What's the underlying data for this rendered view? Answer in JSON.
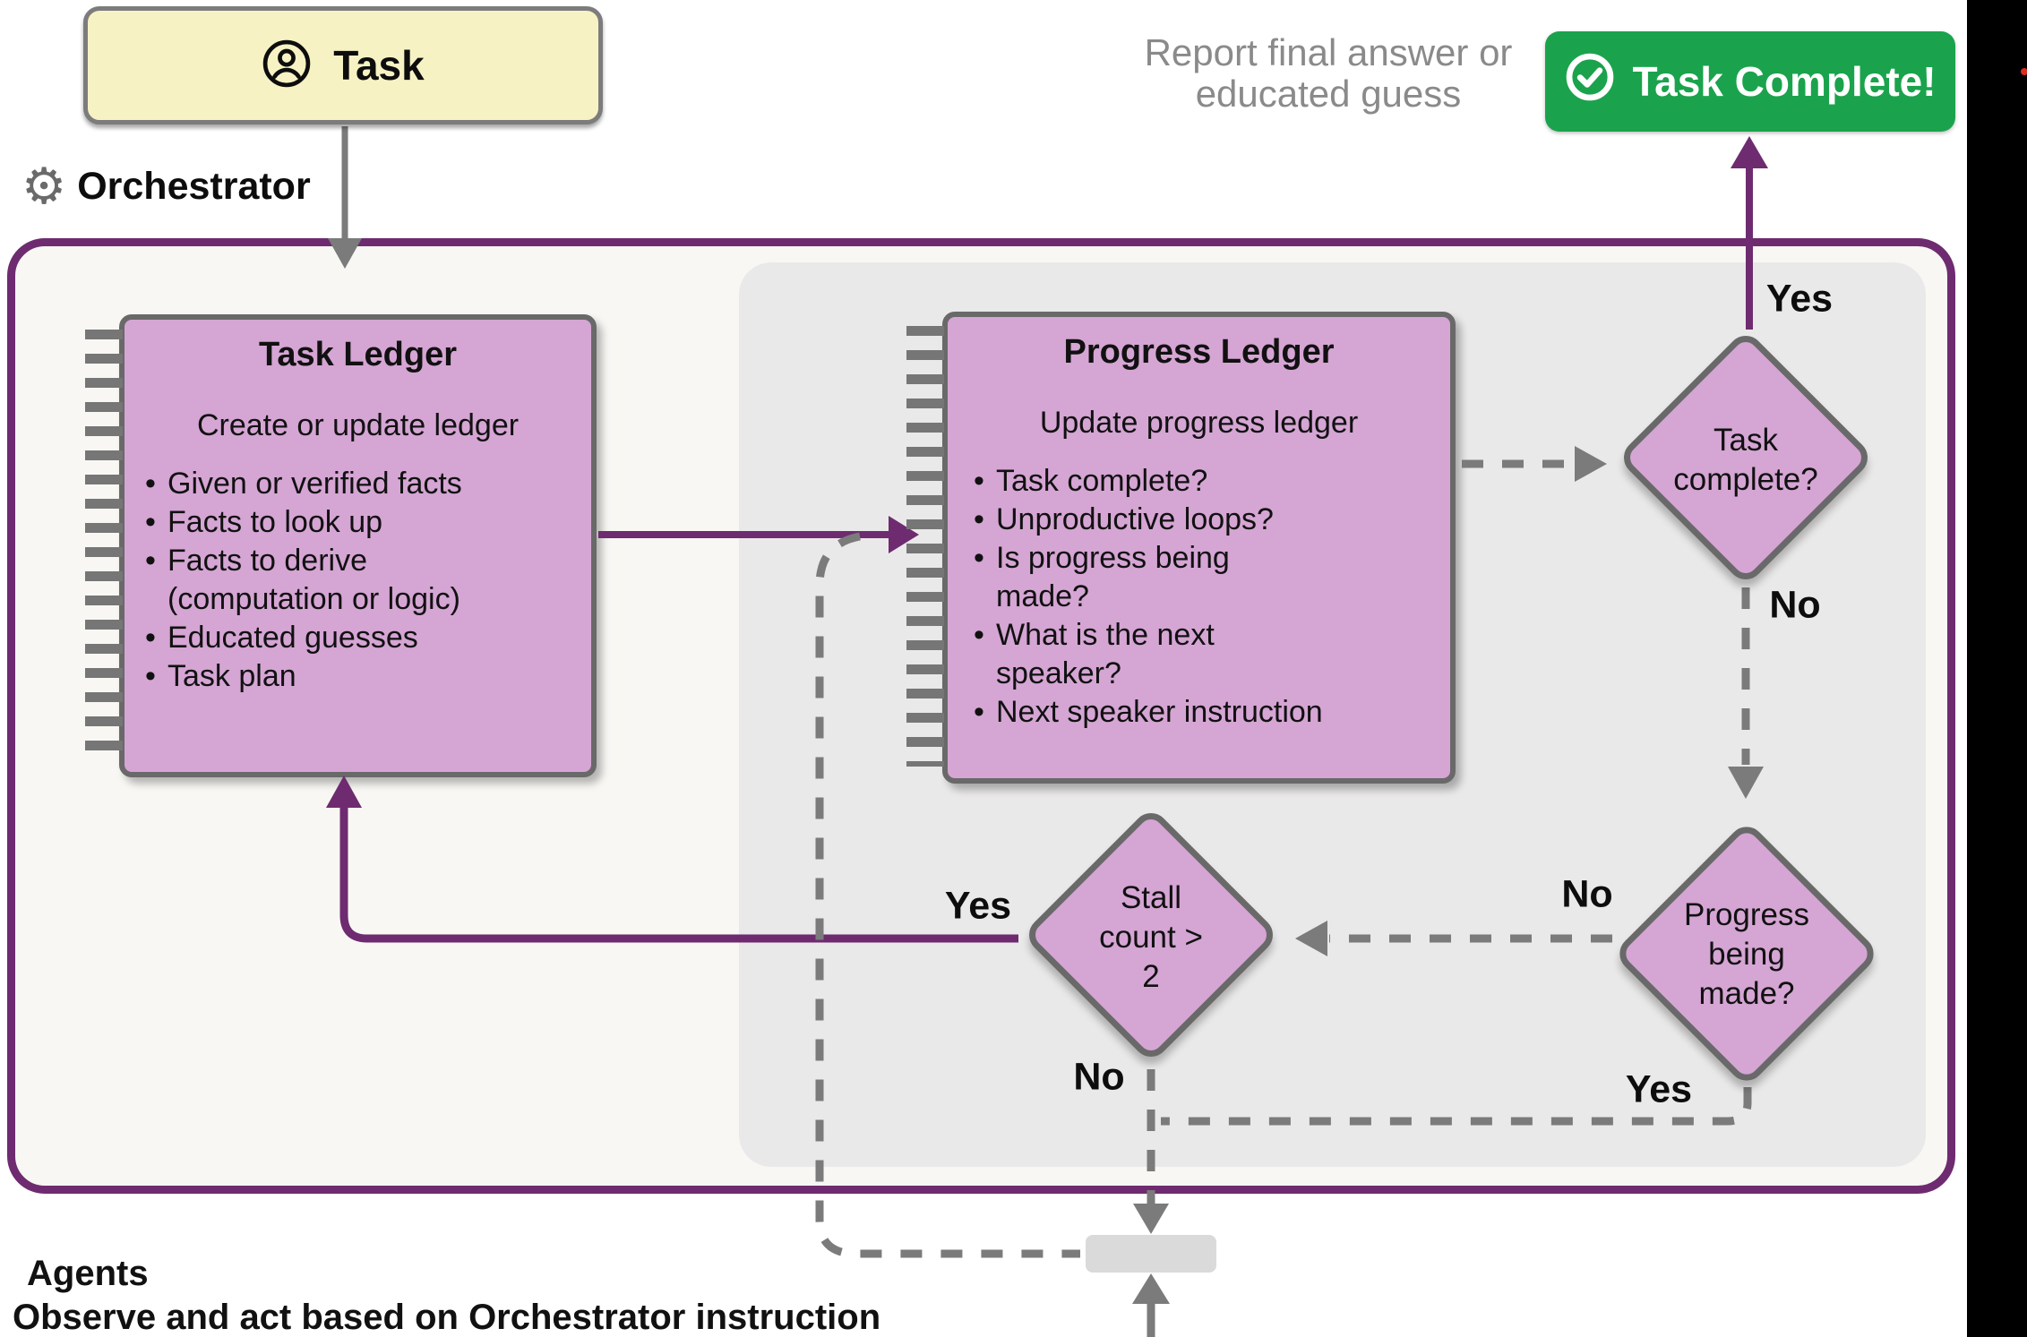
{
  "task_input": {
    "label": "Task",
    "icon": "user-circle-icon"
  },
  "orchestrator": {
    "label": "Orchestrator",
    "icon": "gear-icon"
  },
  "report_note": {
    "line1": "Report final answer or",
    "line2": "educated guess"
  },
  "complete_button": {
    "label": "Task Complete!",
    "icon": "check-circle-icon"
  },
  "task_ledger": {
    "title": "Task Ledger",
    "subtitle": "Create or update ledger",
    "lines": [
      "Given or verified facts",
      "Facts to look up",
      "Facts to derive",
      "(computation or logic)",
      "Educated guesses",
      "Task plan"
    ]
  },
  "progress_ledger": {
    "title": "Progress Ledger",
    "subtitle": "Update progress ledger",
    "lines": [
      "Task complete?",
      "Unproductive loops?",
      "Is progress being",
      "made?",
      "What is the next",
      "speaker?",
      "Next speaker instruction"
    ]
  },
  "decisions": {
    "task_complete": {
      "lines": [
        "Task",
        "complete?"
      ],
      "yes": "Yes",
      "no": "No"
    },
    "progress": {
      "lines": [
        "Progress",
        "being",
        "made?"
      ],
      "yes": "Yes",
      "no": "No"
    },
    "stall": {
      "lines": [
        "Stall",
        "count >",
        "2"
      ],
      "yes": "Yes",
      "no": "No"
    }
  },
  "agents": {
    "title": "Agents",
    "subtitle": "Observe and act based on Orchestrator instruction"
  },
  "glyphs": {
    "bullet": "•",
    "gear": "⚙"
  },
  "colors": {
    "purple": "#6E2B70",
    "pink": "#D5A5D4",
    "green": "#1AA34C",
    "yellow": "#F6F2C4",
    "gray_arrow": "#7B7B7B",
    "panel_gray": "#EAE9E9",
    "note_gray": "#8A8A8A",
    "black_strip": "#000000",
    "red_dot": "#E02B20"
  }
}
